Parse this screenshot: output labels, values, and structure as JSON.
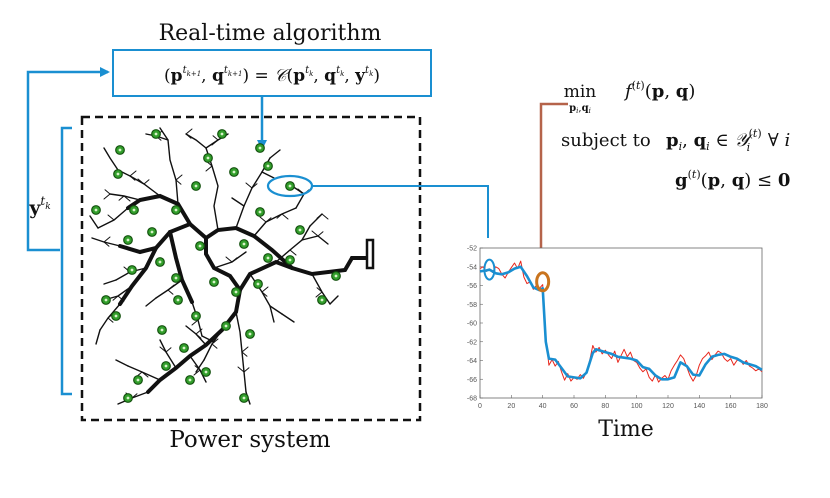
{
  "labels": {
    "algorithm_title": "Real-time algorithm",
    "algorithm_formula": "(p^{t_{k+1}}, q^{t_{k+1}}) = C(p^{t_k}, q^{t_k}, y^{t_k})",
    "measurement": "y^{t_k}",
    "system_caption": "Power system",
    "time_caption": "Time",
    "opt_min": "min",
    "opt_min_sub": "p_i, q_i",
    "opt_objective": "f^{(t)}(p, q)",
    "opt_subject_to": "subject to",
    "opt_constraint1": "p_i, q_i ∈ Y_i^{(t)} ∀ i",
    "opt_constraint2": "g^{(t)}(p, q) ≤ 0"
  },
  "colors": {
    "accent_blue": "#1a8fd1",
    "red_trace": "#e8281e",
    "brown_marker": "#b5634a",
    "orange_marker": "#c9741e",
    "node_green": "#33a02c"
  },
  "chart_data": {
    "type": "line",
    "xlim": [
      0,
      180
    ],
    "ylim": [
      -68,
      -52
    ],
    "x_ticks": [
      "0",
      "20",
      "40",
      "60",
      "80",
      "100",
      "120",
      "140",
      "160",
      "180"
    ],
    "y_ticks": [
      "-52",
      "-54",
      "-56",
      "-58",
      "-60",
      "-62",
      "-64",
      "-66",
      "-68"
    ],
    "xlabel": "Time",
    "series": [
      {
        "color": "red",
        "x": [
          0,
          2,
          4,
          6,
          8,
          10,
          12,
          14,
          16,
          18,
          20,
          22,
          24,
          26,
          28,
          30,
          32,
          34,
          36,
          38,
          40,
          42,
          44,
          46,
          48,
          50,
          52,
          54,
          56,
          58,
          60,
          62,
          64,
          66,
          68,
          70,
          72,
          74,
          76,
          78,
          80,
          82,
          84,
          86,
          88,
          90,
          92,
          94,
          96,
          98,
          100,
          102,
          104,
          106,
          108,
          110,
          112,
          114,
          116,
          118,
          120,
          122,
          124,
          126,
          128,
          130,
          132,
          134,
          136,
          138,
          140,
          142,
          144,
          146,
          148,
          150,
          152,
          154,
          156,
          158,
          160,
          162,
          164,
          166,
          168,
          170,
          172,
          174,
          176,
          178,
          180
        ],
        "values": [
          -54.2,
          -54.0,
          -54.5,
          -54.3,
          -54.6,
          -54.0,
          -54.2,
          -54.8,
          -55.2,
          -54.6,
          -54.1,
          -53.6,
          -54.2,
          -53.4,
          -55.1,
          -55.8,
          -55.6,
          -56.4,
          -56.0,
          -56.3,
          -55.9,
          -61.5,
          -64.5,
          -63.9,
          -64.6,
          -64.1,
          -65.2,
          -66.1,
          -65.4,
          -66.2,
          -65.8,
          -66.0,
          -65.5,
          -65.9,
          -65.2,
          -64.0,
          -62.4,
          -63.1,
          -62.6,
          -63.3,
          -62.9,
          -63.4,
          -63.8,
          -63.0,
          -64.2,
          -63.5,
          -62.8,
          -63.6,
          -63.1,
          -64.0,
          -64.2,
          -64.8,
          -65.2,
          -64.9,
          -65.8,
          -66.2,
          -65.5,
          -66.3,
          -65.9,
          -65.6,
          -66.0,
          -65.1,
          -64.5,
          -64.0,
          -63.4,
          -63.8,
          -64.7,
          -65.6,
          -66.2,
          -65.6,
          -64.5,
          -63.8,
          -63.5,
          -63.1,
          -63.9,
          -63.4,
          -63.0,
          -63.2,
          -63.8,
          -64.1,
          -63.8,
          -64.5,
          -64.0,
          -63.9,
          -64.4,
          -64.0,
          -64.6,
          -64.8,
          -65.1,
          -64.9,
          -65.2
        ]
      },
      {
        "color": "blue",
        "x": [
          0,
          4,
          6,
          8,
          10,
          14,
          18,
          22,
          26,
          30,
          34,
          38,
          40,
          42,
          44,
          48,
          52,
          56,
          60,
          64,
          68,
          72,
          74,
          76,
          80,
          84,
          88,
          92,
          96,
          100,
          104,
          108,
          112,
          116,
          120,
          124,
          128,
          132,
          136,
          140,
          144,
          148,
          152,
          156,
          160,
          164,
          168,
          172,
          176,
          180
        ],
        "values": [
          -54.5,
          -54.4,
          -54.3,
          -54.5,
          -54.7,
          -54.8,
          -54.6,
          -54.2,
          -54.0,
          -55.0,
          -56.2,
          -56.5,
          -56.3,
          -62.0,
          -63.8,
          -63.9,
          -64.8,
          -65.7,
          -65.8,
          -65.9,
          -65.3,
          -63.2,
          -62.8,
          -62.9,
          -63.1,
          -63.3,
          -63.6,
          -63.7,
          -63.8,
          -64.0,
          -64.7,
          -64.9,
          -65.6,
          -66.0,
          -66.0,
          -65.8,
          -64.2,
          -64.6,
          -65.5,
          -65.6,
          -64.4,
          -63.6,
          -63.4,
          -63.3,
          -63.6,
          -63.8,
          -64.2,
          -64.4,
          -64.6,
          -65.0
        ]
      }
    ]
  }
}
